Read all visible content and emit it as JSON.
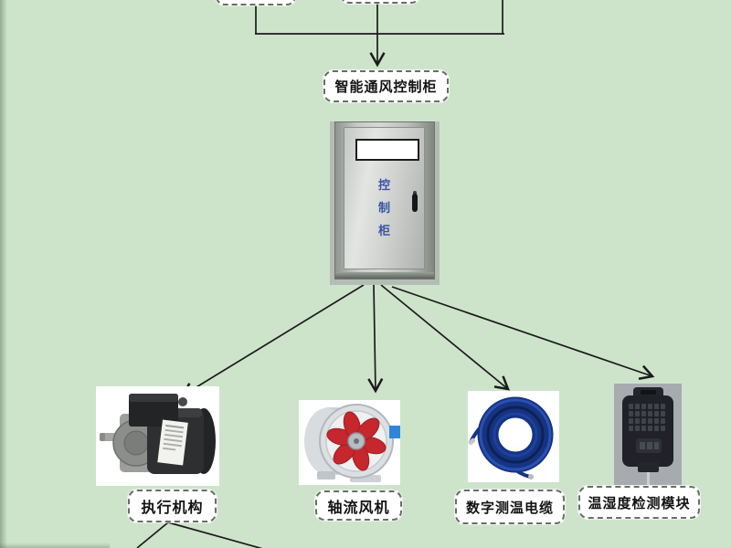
{
  "colors": {
    "background": "#cde4ca",
    "connector": "#1b1b1b",
    "node_fill": "#ffffff",
    "node_border": "#6b6b6b",
    "node_text": "#121212",
    "cabinet_door_text_blue": "#3a53a5",
    "fan_blade_red": "#c5272c",
    "cable_blue": "#16347f",
    "module_body_black": "#202227"
  },
  "flowchart": {
    "top_nodes": [
      {
        "id": "top-left",
        "label": "",
        "cut_off_at_top_edge": true
      },
      {
        "id": "top-center",
        "label": "",
        "cut_off_at_top_edge": true
      },
      {
        "id": "top-right",
        "label": "",
        "cut_off_at_top_edge": true
      }
    ],
    "controller_node": {
      "label": "智能通风控制柜"
    },
    "cabinet_photo": {
      "nameplate_text": "",
      "door_label": "控制柜",
      "door_label_chars": [
        "控",
        "制",
        "柜"
      ]
    },
    "components": [
      {
        "id": "actuator",
        "label": "执行机构",
        "photo": "electric-motor"
      },
      {
        "id": "axial-fan",
        "label": "轴流风机",
        "photo": "axial-flow-fan"
      },
      {
        "id": "temp-cable",
        "label": "数字测温电缆",
        "photo": "blue-cable-coil"
      },
      {
        "id": "temp-humidity-module",
        "label": "温湿度检测模块",
        "photo": "black-sensor-module"
      }
    ],
    "edges": [
      {
        "from": "top-left",
        "to": "controller",
        "arrow": false
      },
      {
        "from": "top-center",
        "to": "controller",
        "arrow": true
      },
      {
        "from": "top-right",
        "to": "controller",
        "arrow": false
      },
      {
        "from": "controller-cabinet",
        "to": "actuator",
        "arrow": true
      },
      {
        "from": "controller-cabinet",
        "to": "axial-fan",
        "arrow": true
      },
      {
        "from": "controller-cabinet",
        "to": "temp-cable",
        "arrow": true
      },
      {
        "from": "controller-cabinet",
        "to": "temp-humidity-module",
        "arrow": true
      },
      {
        "from": "actuator",
        "to": "offscreen-bottom-left",
        "arrow": false
      },
      {
        "from": "actuator",
        "to": "offscreen-bottom-right",
        "arrow": false
      }
    ]
  }
}
